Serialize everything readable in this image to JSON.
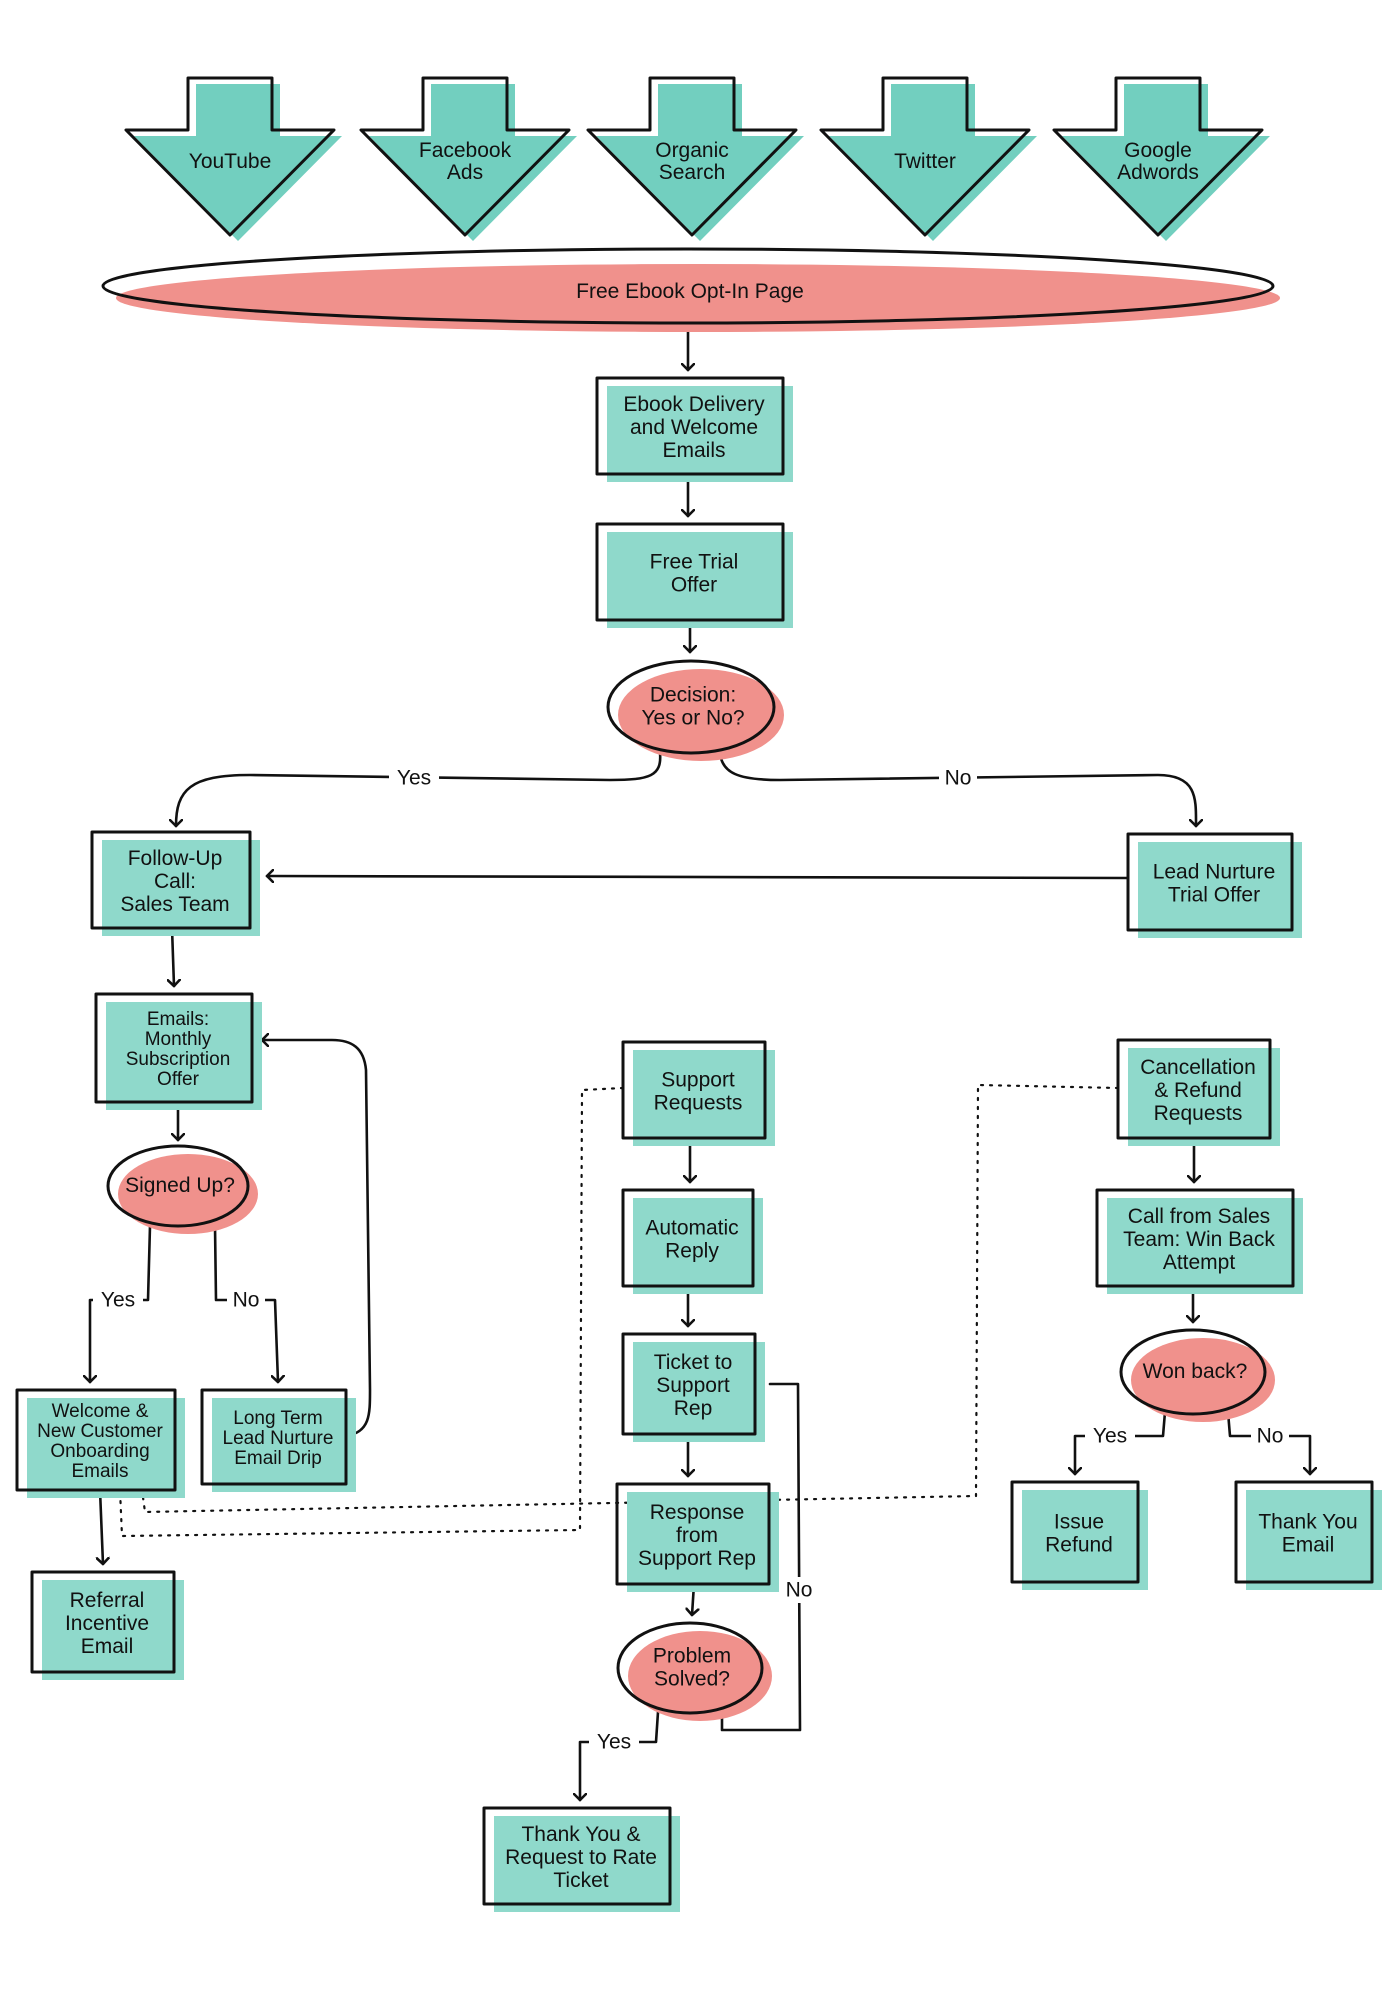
{
  "colors": {
    "teal": "#8fd9cb",
    "teal_dark": "#72cfbf",
    "coral": "#f0918c",
    "ink": "#111111"
  },
  "sources": [
    {
      "id": "youtube",
      "lines": [
        "YouTube"
      ]
    },
    {
      "id": "facebook-ads",
      "lines": [
        "Facebook",
        "Ads"
      ]
    },
    {
      "id": "organic-search",
      "lines": [
        "Organic",
        "Search"
      ]
    },
    {
      "id": "twitter",
      "lines": [
        "Twitter"
      ]
    },
    {
      "id": "google-adwords",
      "lines": [
        "Google",
        "Adwords"
      ]
    }
  ],
  "optin": {
    "lines": [
      "Free Ebook Opt-In Page"
    ]
  },
  "nodes": {
    "ebook": {
      "lines": [
        "Ebook Delivery",
        "and Welcome",
        "Emails"
      ]
    },
    "trial": {
      "lines": [
        "Free Trial",
        "Offer"
      ]
    },
    "decision": {
      "lines": [
        "Decision:",
        "Yes or No?"
      ]
    },
    "followup": {
      "lines": [
        "Follow-Up",
        "Call:",
        "Sales Team"
      ]
    },
    "lead_nurture_trial": {
      "lines": [
        "Lead Nurture",
        "Trial Offer"
      ]
    },
    "emails_monthly": {
      "lines": [
        "Emails:",
        "Monthly",
        "Subscription",
        "Offer"
      ]
    },
    "signed_up": {
      "lines": [
        "Signed Up?"
      ]
    },
    "welcome": {
      "lines": [
        "Welcome &",
        "New Customer",
        "Onboarding",
        "Emails"
      ]
    },
    "long_term": {
      "lines": [
        "Long Term",
        "Lead Nurture",
        "Email Drip"
      ]
    },
    "referral": {
      "lines": [
        "Referral",
        "Incentive",
        "Email"
      ]
    },
    "support": {
      "lines": [
        "Support",
        "Requests"
      ]
    },
    "auto_reply": {
      "lines": [
        "Automatic",
        "Reply"
      ]
    },
    "ticket": {
      "lines": [
        "Ticket to",
        "Support",
        "Rep"
      ]
    },
    "response": {
      "lines": [
        "Response",
        "from",
        "Support Rep"
      ]
    },
    "problem": {
      "lines": [
        "Problem",
        "Solved?"
      ]
    },
    "thank_rate": {
      "lines": [
        "Thank You &",
        "Request to Rate",
        "Ticket"
      ]
    },
    "cancel": {
      "lines": [
        "Cancellation",
        "& Refund",
        "Requests"
      ]
    },
    "call_win": {
      "lines": [
        "Call from Sales",
        "Team: Win Back",
        "Attempt"
      ]
    },
    "won_back": {
      "lines": [
        "Won back?"
      ]
    },
    "refund": {
      "lines": [
        "Issue",
        "Refund"
      ]
    },
    "thank_email": {
      "lines": [
        "Thank You",
        "Email"
      ]
    }
  },
  "edge_labels": {
    "decision_yes": "Yes",
    "decision_no": "No",
    "signed_yes": "Yes",
    "signed_no": "No",
    "problem_yes": "Yes",
    "problem_no": "No",
    "won_yes": "Yes",
    "won_no": "No"
  }
}
